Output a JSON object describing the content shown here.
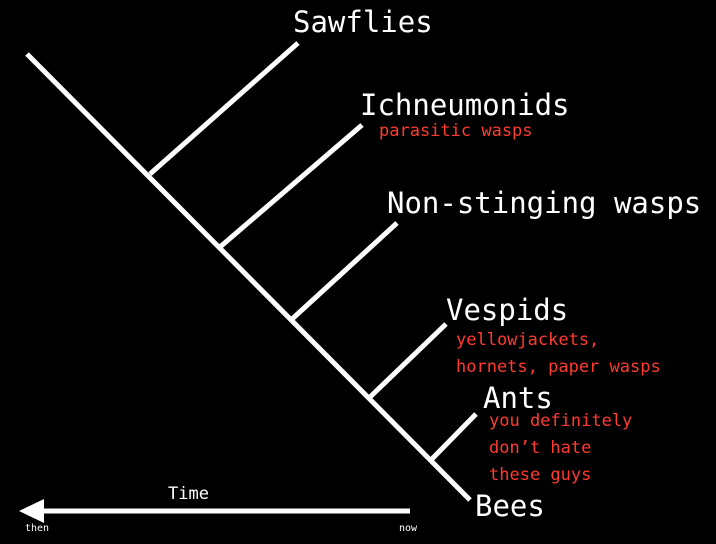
{
  "colors": {
    "background": "#000000",
    "lines": "#ffffff",
    "taxon_text": "#ffffff",
    "note_text": "#ff3b30"
  },
  "taxa": [
    {
      "name": "Sawflies",
      "note": []
    },
    {
      "name": "Ichneumonids",
      "note": [
        "parasitic wasps"
      ]
    },
    {
      "name": "Non-stinging wasps",
      "note": []
    },
    {
      "name": "Vespids",
      "note": [
        "yellowjackets,",
        "hornets, paper wasps"
      ]
    },
    {
      "name": "Ants",
      "note": [
        "you definitely",
        "don’t hate",
        "these guys"
      ]
    },
    {
      "name": "Bees",
      "note": []
    }
  ],
  "time_axis": {
    "label": "Time",
    "start_label": "then",
    "end_label": "now",
    "direction": "right-to-left arrow"
  }
}
